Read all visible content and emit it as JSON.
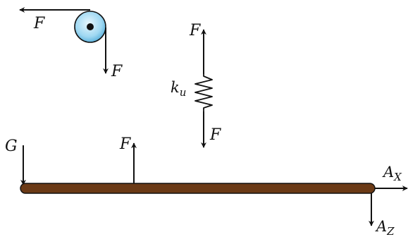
{
  "labels": {
    "pulley_force_left": "F",
    "pulley_force_down": "F",
    "spring_force_up": "F",
    "spring_constant": "k",
    "spring_constant_sub": "u",
    "spring_force_down": "F",
    "weight": "G",
    "beam_force_up": "F",
    "reaction_x": "A",
    "reaction_x_sub": "X",
    "reaction_z": "A",
    "reaction_z_sub": "Z"
  },
  "colors": {
    "beam": "#6b3a16",
    "pulley_outer": "#8fd0ef",
    "pulley_inner": "#d9f1fb",
    "ink": "#111111"
  }
}
